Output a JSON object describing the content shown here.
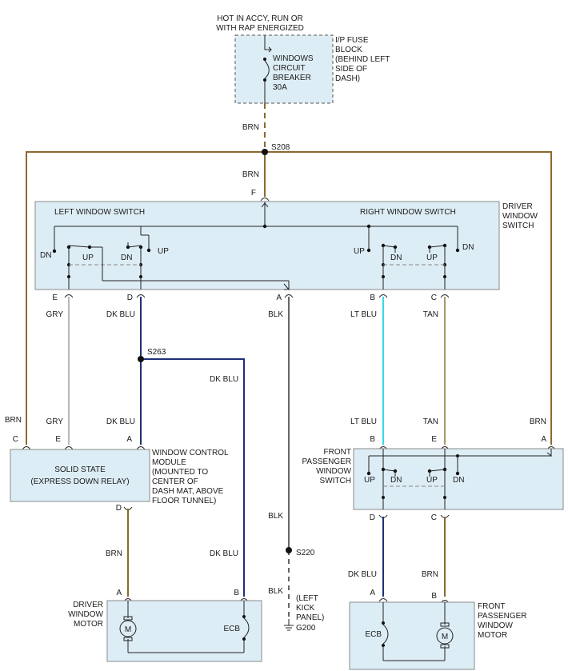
{
  "colors": {
    "brn": "#8b6a2e",
    "gry": "#b8b8b8",
    "dk_blu": "#1f2f7a",
    "blk": "#666666",
    "lt_blu": "#35d8e8",
    "tan": "#a89a6a",
    "box_fill": "#ddedf5"
  },
  "header": {
    "power_note_1": "HOT IN ACCY, RUN OR",
    "power_note_2": "WITH RAP ENERGIZED"
  },
  "fuse_block": {
    "breaker_lines": [
      "WINDOWS",
      "CIRCUIT",
      "BREAKER",
      "30A"
    ],
    "location_lines": [
      "I/P FUSE",
      "BLOCK",
      "(BEHIND LEFT",
      "SIDE OF",
      "DASH)"
    ]
  },
  "splices": {
    "s208": "S208",
    "s263": "S263",
    "s220": "S220"
  },
  "ground": {
    "label": "G200",
    "location_lines": [
      "(LEFT",
      "KICK",
      "PANEL)"
    ]
  },
  "driver_switch": {
    "title_lines": [
      "DRIVER",
      "WINDOW",
      "SWITCH"
    ],
    "left_label": "LEFT WINDOW SWITCH",
    "right_label": "RIGHT WINDOW SWITCH",
    "pin_f": "F",
    "pins": [
      "E",
      "D",
      "A",
      "B",
      "C"
    ],
    "up": "UP",
    "dn": "DN"
  },
  "wires": {
    "brn": "BRN",
    "gry": "GRY",
    "dk_blu": "DK BLU",
    "blk": "BLK",
    "lt_blu": "LT BLU",
    "tan": "TAN"
  },
  "module": {
    "inner_lines": [
      "SOLID STATE",
      "(EXPRESS DOWN RELAY)"
    ],
    "caption_lines": [
      "WINDOW CONTROL",
      "MODULE",
      "(MOUNTED TO",
      "CENTER OF",
      "DASH MAT, ABOVE",
      "FLOOR TUNNEL)"
    ],
    "pins": [
      "C",
      "E",
      "A",
      "D"
    ]
  },
  "passenger_switch": {
    "title_lines": [
      "FRONT",
      "PASSENGER",
      "WINDOW",
      "SWITCH"
    ],
    "pins_top": [
      "B",
      "E",
      "A"
    ],
    "pins_bottom": [
      "D",
      "C"
    ],
    "up": "UP",
    "dn": "DN"
  },
  "driver_motor": {
    "title_lines": [
      "DRIVER",
      "WINDOW",
      "MOTOR"
    ],
    "pins": [
      "A",
      "B"
    ],
    "motor": "M",
    "ecb": "ECB"
  },
  "passenger_motor": {
    "title_lines": [
      "FRONT",
      "PASSENGER",
      "WINDOW",
      "MOTOR"
    ],
    "pins": [
      "A",
      "B"
    ],
    "motor": "M",
    "ecb": "ECB"
  }
}
